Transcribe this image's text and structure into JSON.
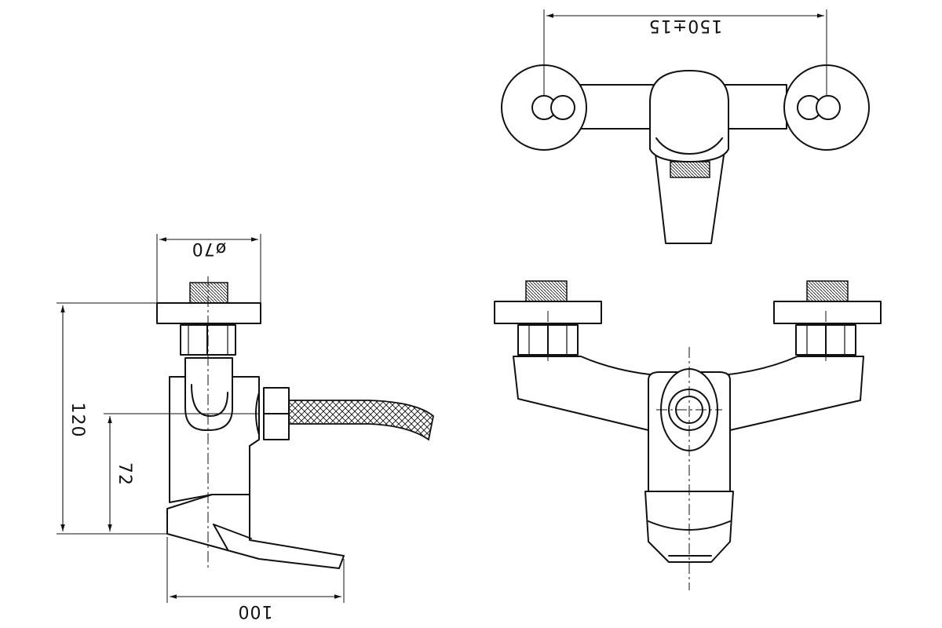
{
  "dimensions": {
    "overall_height": "120",
    "outlet_height": "72",
    "spout_length": "100",
    "flange_diameter": "ø70",
    "center_distance": "150±15"
  },
  "colors": {
    "line": "#111111",
    "background": "#ffffff"
  }
}
